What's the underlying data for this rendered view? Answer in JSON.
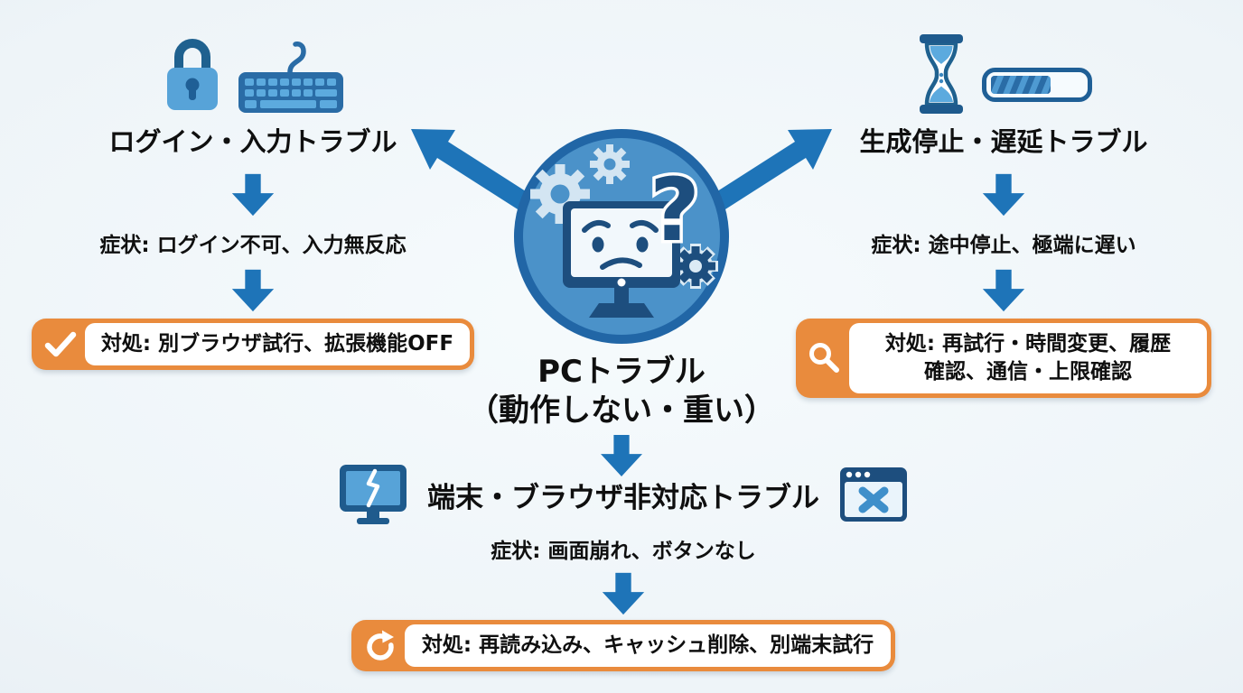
{
  "colors": {
    "arrow_blue": "#1e74b8",
    "dark_navy_blue": "#1d4e7e",
    "mid_blue": "#2a6ca6",
    "light_blue": "#57a3d8",
    "accent_orange": "#e98b3d",
    "text": "#0f0f0f",
    "background": "#eef4f8"
  },
  "center": {
    "title_line1": "PCトラブル",
    "title_line2": "（動作しない・重い）",
    "illustration": "confused-computer-with-gears-and-question-mark"
  },
  "branch_login": {
    "icons": [
      "lock-icon",
      "keyboard-icon"
    ],
    "title": "ログイン・入力トラブル",
    "symptom": "症状: ログイン不可、入力無反応",
    "action": "対処: 別ブラウザ試行、拡張機能OFF",
    "action_icon": "check-icon"
  },
  "branch_generation": {
    "icons": [
      "hourglass-icon",
      "progress-bar-icon"
    ],
    "title": "生成停止・遅延トラブル",
    "symptom": "症状: 途中停止、極端に遅い",
    "action_line1": "対処: 再試行・時間変更、履歴",
    "action_line2": "確認、通信・上限確認",
    "action_icon": "magnifier-icon"
  },
  "branch_device": {
    "icons": [
      "broken-monitor-icon",
      "browser-error-icon"
    ],
    "title": "端末・ブラウザ非対応トラブル",
    "symptom": "症状: 画面崩れ、ボタンなし",
    "action": "対処: 再読み込み、キャッシュ削除、別端末試行",
    "action_icon": "refresh-icon"
  }
}
